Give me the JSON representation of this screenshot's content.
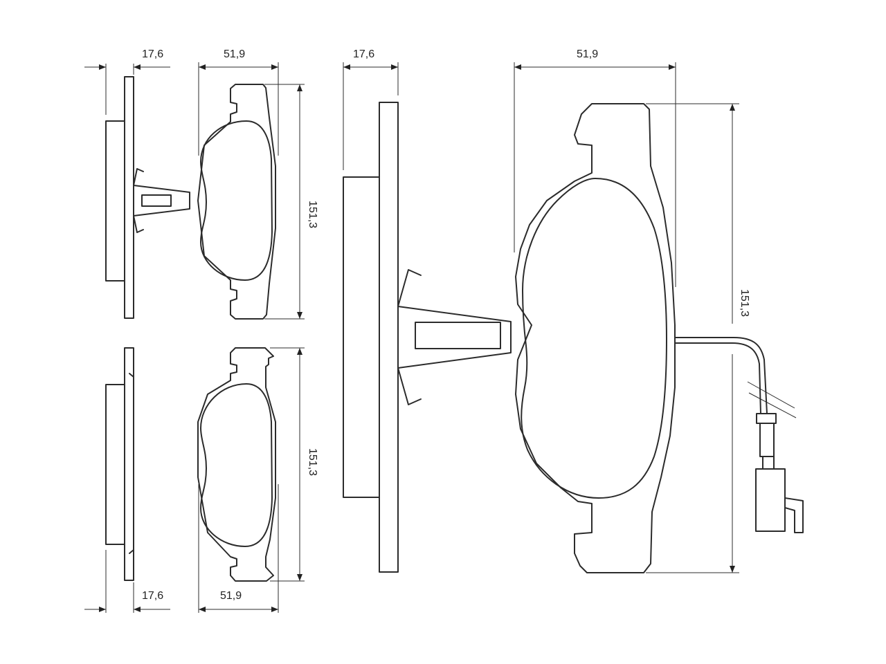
{
  "dimensions": {
    "small_top_thickness": "17,6",
    "small_top_width": "51,9",
    "small_top_height": "151,3",
    "small_bottom_thickness": "17,6",
    "small_bottom_width": "51,9",
    "small_bottom_height": "151,3",
    "large_thickness": "17,6",
    "large_width": "51,9",
    "large_height": "151,3"
  }
}
